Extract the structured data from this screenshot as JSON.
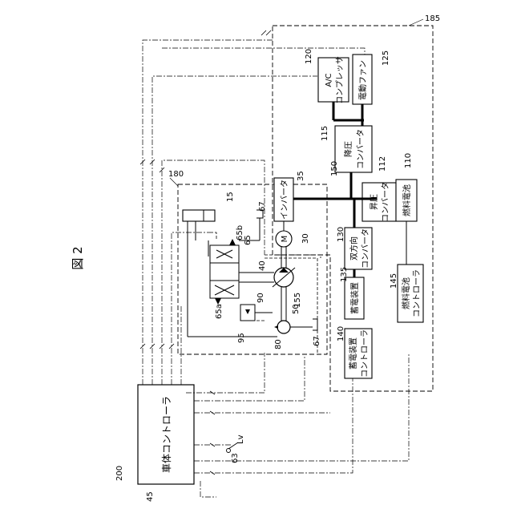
{
  "figure": {
    "title": "図 2",
    "refs": {
      "r200": "200",
      "r185": "185",
      "r180": "180",
      "r45": "45",
      "r120": "120",
      "r125": "125",
      "r115": "115",
      "r112": "112",
      "r110": "110",
      "r150": "150",
      "r35": "35",
      "r30": "30",
      "r130": "130",
      "r135": "135",
      "r145": "145",
      "r140": "140",
      "r15": "15",
      "r67a": "67",
      "r67b": "67",
      "r65": "65",
      "r65a": "65a",
      "r65b": "65b",
      "r40": "40",
      "r155": "155",
      "r50": "50",
      "r80": "80",
      "r90": "90",
      "r95": "95",
      "r63": "63",
      "lv": "Lv"
    },
    "boxes": {
      "vehicle_controller": "車体コントローラ",
      "ac_compressor_1": "A/C",
      "ac_compressor_2": "コンプレッサ",
      "electric_fan": "電動ファン",
      "step_down_1": "降圧",
      "step_down_2": "コンバータ",
      "step_up_1": "昇圧",
      "step_up_2": "コンバータ",
      "fuel_cell": "燃料電池",
      "inverter": "インバータ",
      "bidirectional_1": "双方向",
      "bidirectional_2": "コンバータ",
      "storage": "蓄電装置",
      "fc_controller_1": "燃料電池",
      "fc_controller_2": "コントローラ",
      "storage_controller_1": "蓄電装置",
      "storage_controller_2": "コントローラ",
      "motor": "M"
    }
  }
}
